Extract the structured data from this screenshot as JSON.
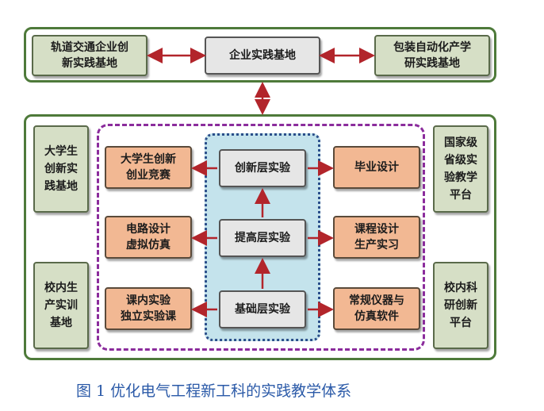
{
  "top_row": {
    "left": "轨道交通企业创\n新实践基地",
    "center": "企业实践基地",
    "right": "包装自动化产学\n研实践基地"
  },
  "side_left": {
    "top": "大学生\n创新实\n践基地",
    "bottom": "校内生\n产实训\n基地"
  },
  "side_right": {
    "top": "国家级\n省级实\n验教学\n平台",
    "bottom": "校内科\n研创新\n平台"
  },
  "center_column": {
    "innovation": "创新层实验",
    "improvement": "提高层实验",
    "basic": "基础层实验"
  },
  "left_column": {
    "competition": "大学生创新\n创业竞赛",
    "circuit": "电路设计\n虚拟仿真",
    "course": "课内实验\n独立实验课"
  },
  "right_column": {
    "graduation": "毕业设计",
    "practice": "课程设计\n生产实习",
    "instruments": "常规仪器与\n仿真软件"
  },
  "caption": "图 1 优化电气工程新工科的实践教学体系",
  "colors": {
    "outer_border": "#4e7a3a",
    "arrow": "#b2252b",
    "dashed_border": "#8b2c9c",
    "dotted_border": "#2a4e8a",
    "center_fill": "#c4e3ec",
    "green_box": "#d6dfc6",
    "orange_box": "#f2b893",
    "gray_box": "#e6e6e6",
    "caption": "#2b5aa8"
  }
}
